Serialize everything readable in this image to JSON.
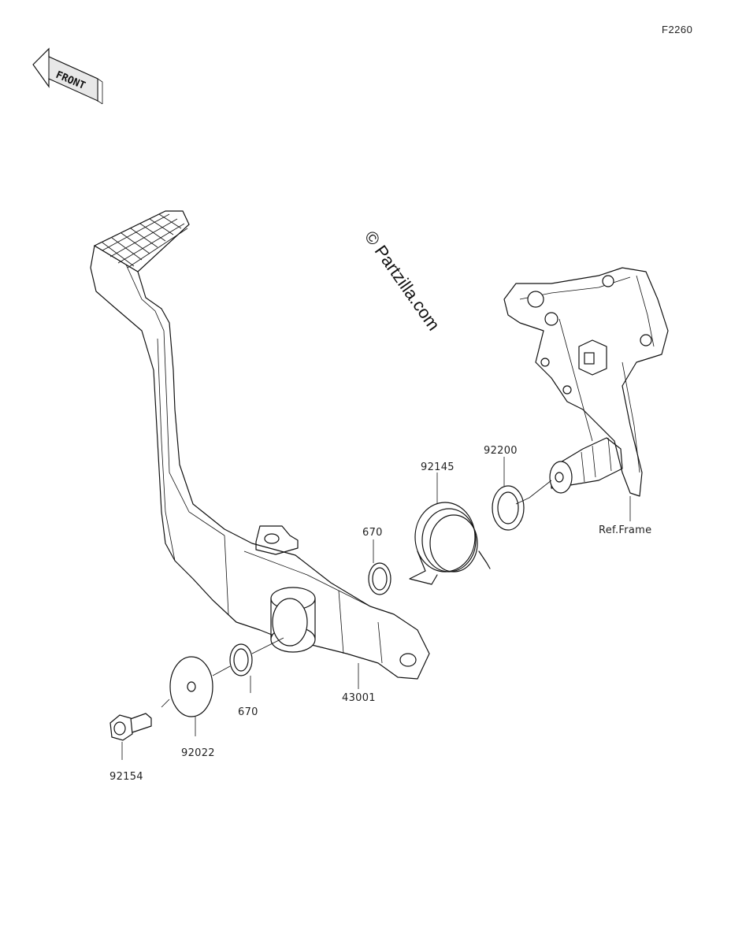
{
  "figure_code": "F2260",
  "front_arrow_label": "FRONT",
  "watermark": "© Partzilla.com",
  "ref_label": "Ref.Frame",
  "parts": [
    {
      "id": "p-92154",
      "number": "92154"
    },
    {
      "id": "p-92022",
      "number": "92022"
    },
    {
      "id": "p-670-lower",
      "number": "670"
    },
    {
      "id": "p-43001",
      "number": "43001"
    },
    {
      "id": "p-670-upper",
      "number": "670"
    },
    {
      "id": "p-92145",
      "number": "92145"
    },
    {
      "id": "p-92200",
      "number": "92200"
    }
  ]
}
